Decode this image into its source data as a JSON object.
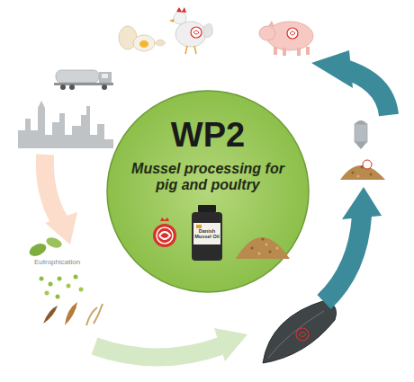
{
  "diagram": {
    "nodes": [
      {
        "text": [
          "WP2",
          "Mussel processing for pig and poultry"
        ]
      }
    ],
    "labels": [
      "Danish Mussel Oil",
      "Eutrophication"
    ]
  }
}
